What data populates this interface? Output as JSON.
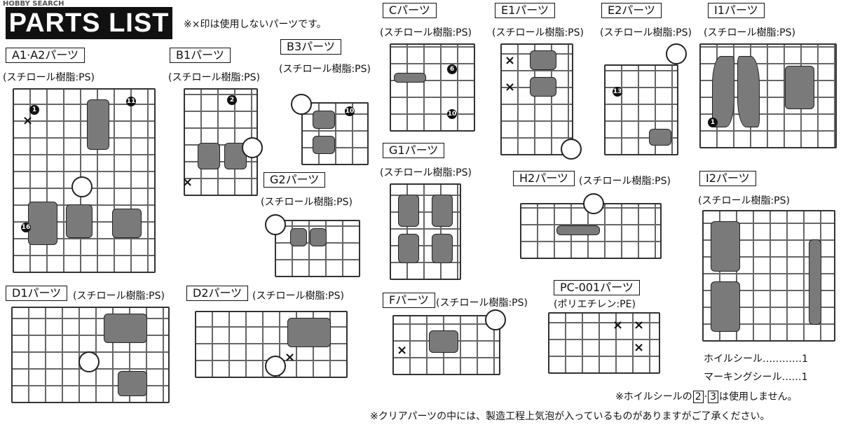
{
  "watermark": "HOBBY SEARCH",
  "title": "PARTS LIST",
  "unused_note": "※×印は使用しないパーツです。",
  "sections": [
    {
      "id": "a1a2",
      "label": "A1·A2パーツ",
      "material": "(スチロール樹脂:PS)"
    },
    {
      "id": "b1",
      "label": "B1パーツ",
      "material": "(スチロール樹脂:PS)"
    },
    {
      "id": "b3",
      "label": "B3パーツ",
      "material": "(スチロール樹脂:PS)"
    },
    {
      "id": "c",
      "label": "Cパーツ",
      "material": "(スチロール樹脂:PS)"
    },
    {
      "id": "e1",
      "label": "E1パーツ",
      "material": "(スチロール樹脂:PS)"
    },
    {
      "id": "e2",
      "label": "E2パーツ",
      "material": "(スチロール樹脂:PS)"
    },
    {
      "id": "i1",
      "label": "I1パーツ",
      "material": "(スチロール樹脂:PS)"
    },
    {
      "id": "g1",
      "label": "G1パーツ",
      "material": "(スチロール樹脂:PS)"
    },
    {
      "id": "g2",
      "label": "G2パーツ",
      "material": "(スチロール樹脂:PS)"
    },
    {
      "id": "h2",
      "label": "H2パーツ",
      "material": "(スチロール樹脂:PS)"
    },
    {
      "id": "i2",
      "label": "I2パーツ",
      "material": "(スチロール樹脂:PS)"
    },
    {
      "id": "d1",
      "label": "D1パーツ",
      "material": "(スチロール樹脂:PS)"
    },
    {
      "id": "d2",
      "label": "D2パーツ",
      "material": "(スチロール樹脂:PS)"
    },
    {
      "id": "f",
      "label": "Fパーツ",
      "material": "(スチロール樹脂:PS)"
    },
    {
      "id": "pc001",
      "label": "PC-001パーツ",
      "material": "(ポリエチレン:PE)"
    }
  ],
  "seals": [
    {
      "name": "ホイルシール",
      "dots": "…………",
      "count": "1"
    },
    {
      "name": "マーキングシール",
      "dots": "……",
      "count": "1"
    }
  ],
  "foil_note": {
    "prefix": "※ホイルシールの",
    "n1": "2",
    "sep": "·",
    "n2": "3",
    "suffix": "は使用しません。"
  },
  "clear_note": "※クリアパーツの中には、製造工程上気泡が入っているものがありますがご了承ください。"
}
